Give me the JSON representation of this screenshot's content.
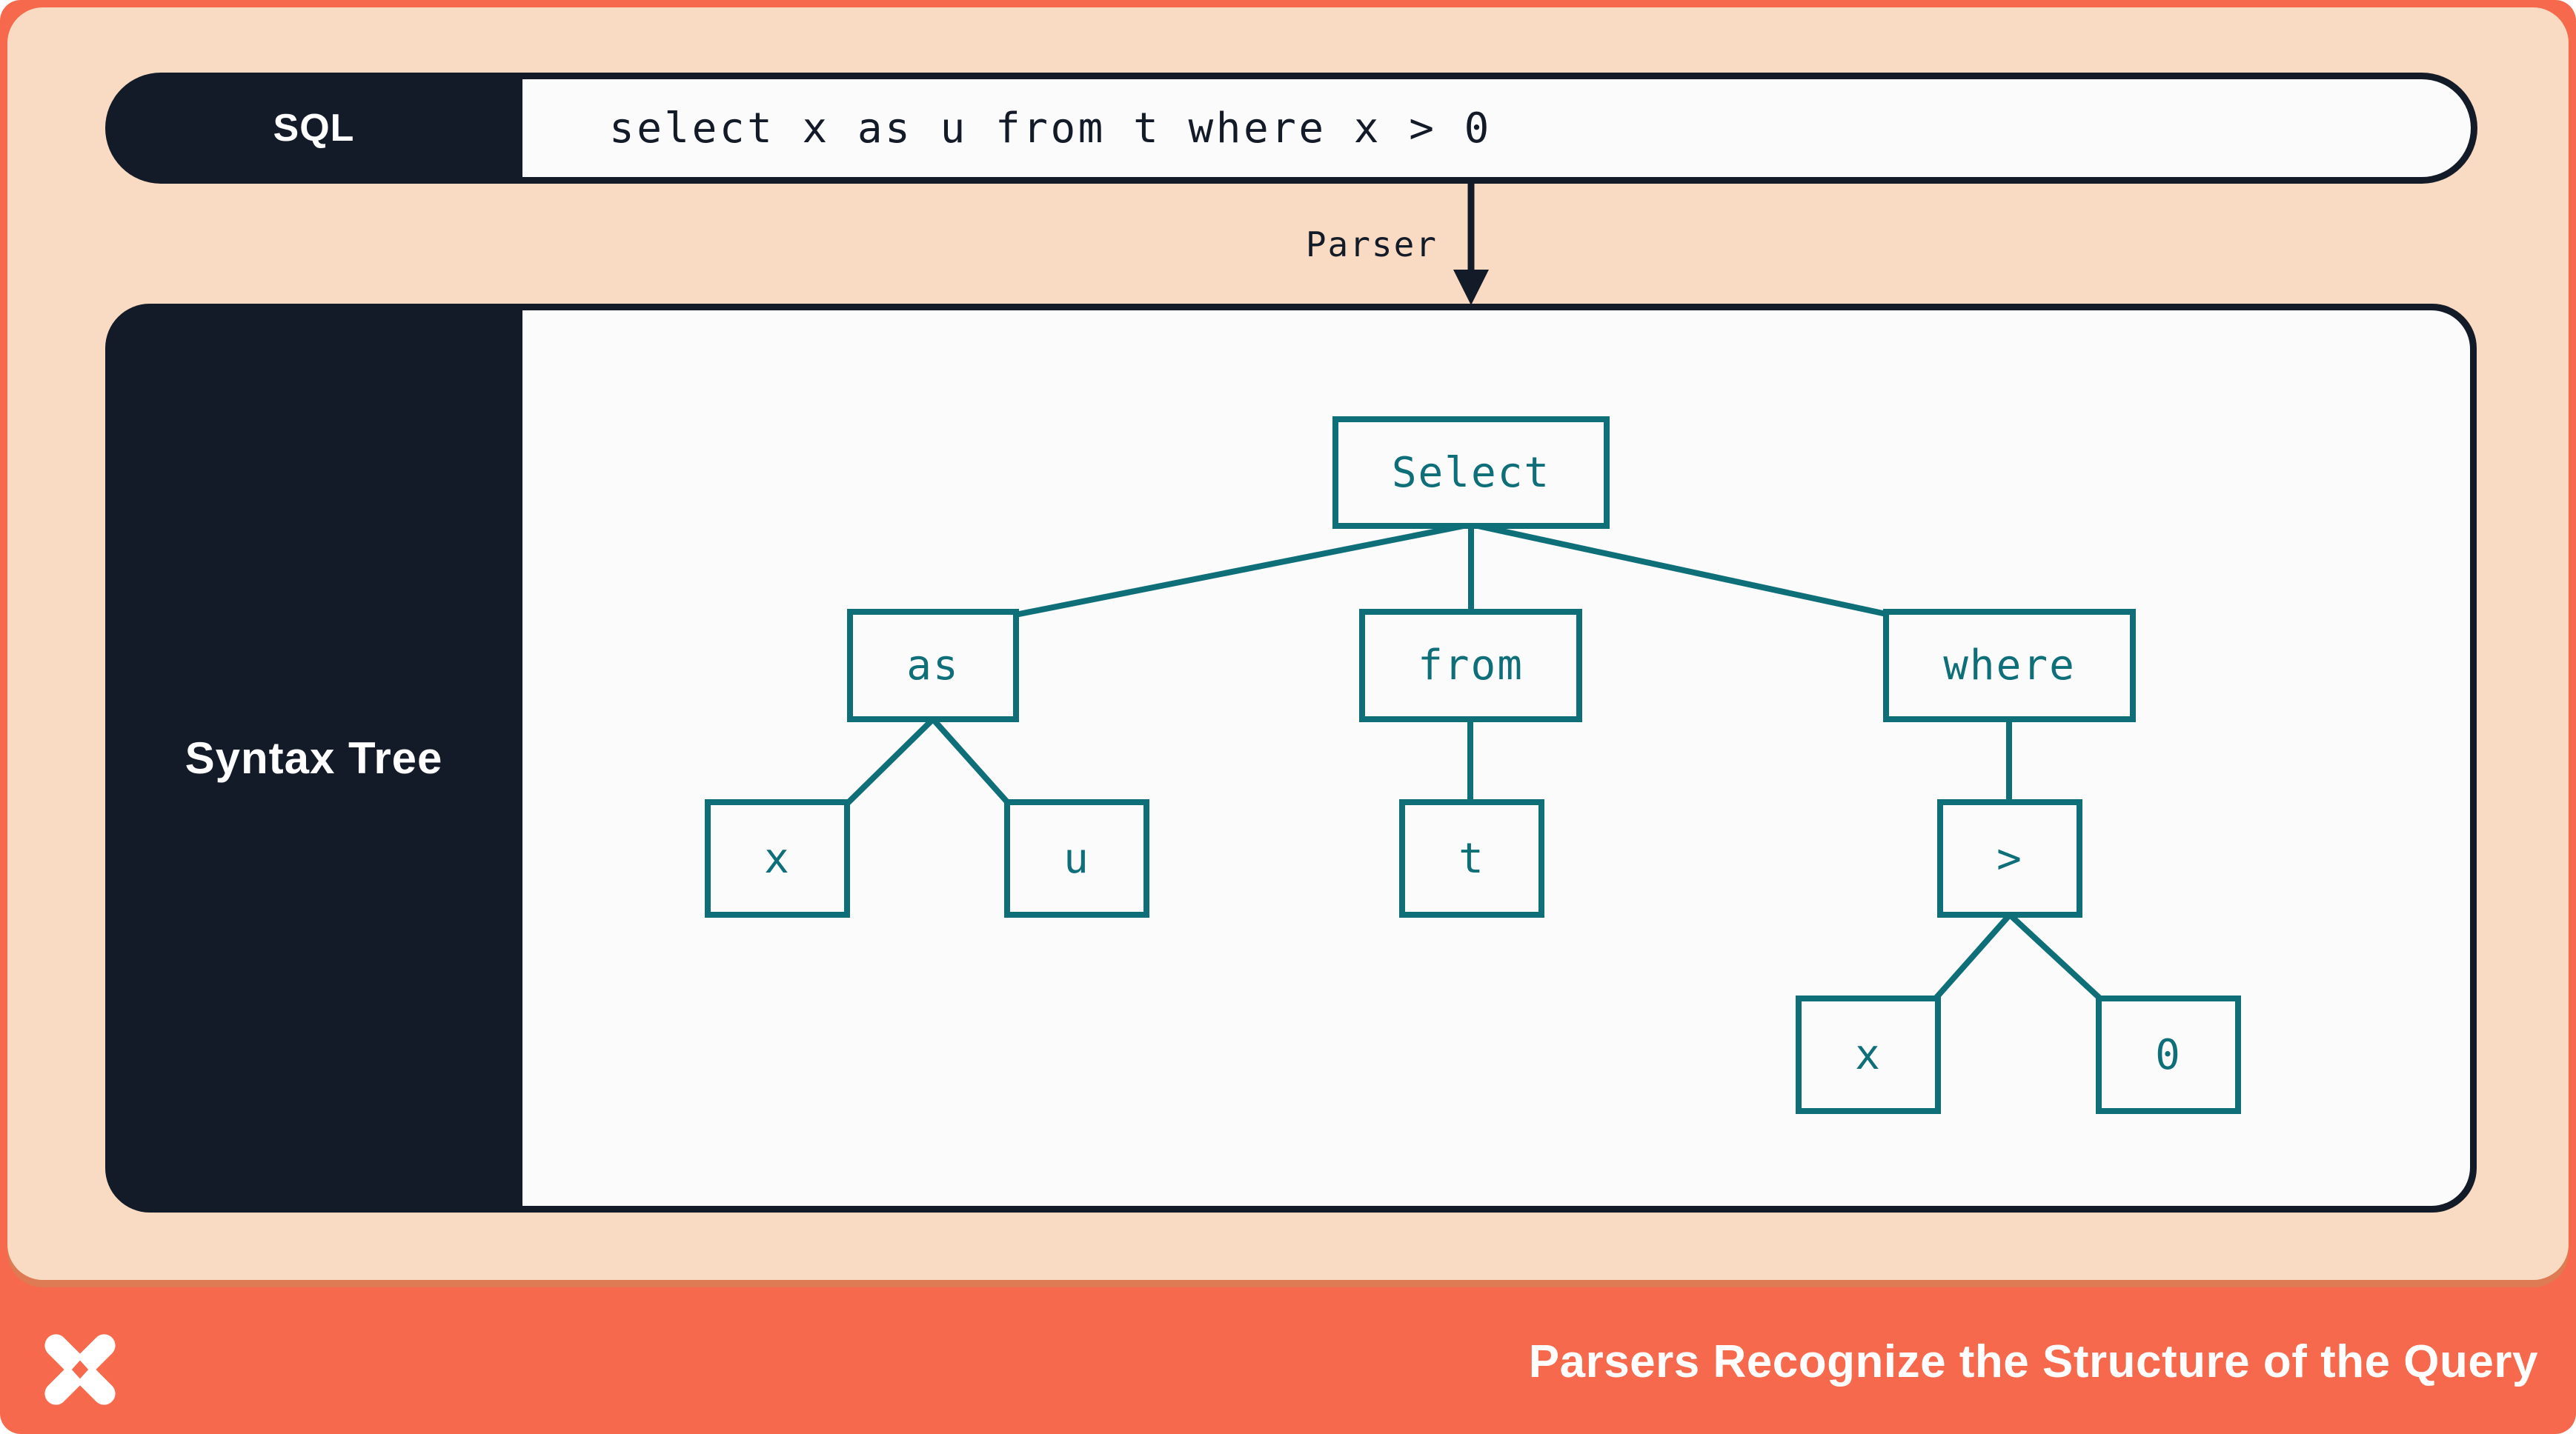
{
  "sql_bar": {
    "label": "SQL",
    "query": "select x as u from t where x > 0"
  },
  "parser_arrow": {
    "label": "Parser"
  },
  "syntax_tree": {
    "label": "Syntax Tree",
    "nodes": {
      "select": "Select",
      "as": "as",
      "from": "from",
      "where": "where",
      "x1": "x",
      "u": "u",
      "t": "t",
      "gt": ">",
      "x2": "x",
      "zero": "0"
    },
    "edges": [
      [
        "select",
        "as"
      ],
      [
        "select",
        "from"
      ],
      [
        "select",
        "where"
      ],
      [
        "as",
        "x1"
      ],
      [
        "as",
        "u"
      ],
      [
        "from",
        "t"
      ],
      [
        "where",
        "gt"
      ],
      [
        "gt",
        "x2"
      ],
      [
        "gt",
        "zero"
      ]
    ]
  },
  "footer": {
    "title": "Parsers Recognize the Structure of the Query",
    "logo": "dolt-logo"
  },
  "colors": {
    "coral": "#F7694C",
    "coral_shadow": "#DE7B54",
    "peach": "#F8DBC2",
    "navy": "#141B28",
    "paper": "#FBFBFC",
    "teal": "#0E6F79"
  }
}
